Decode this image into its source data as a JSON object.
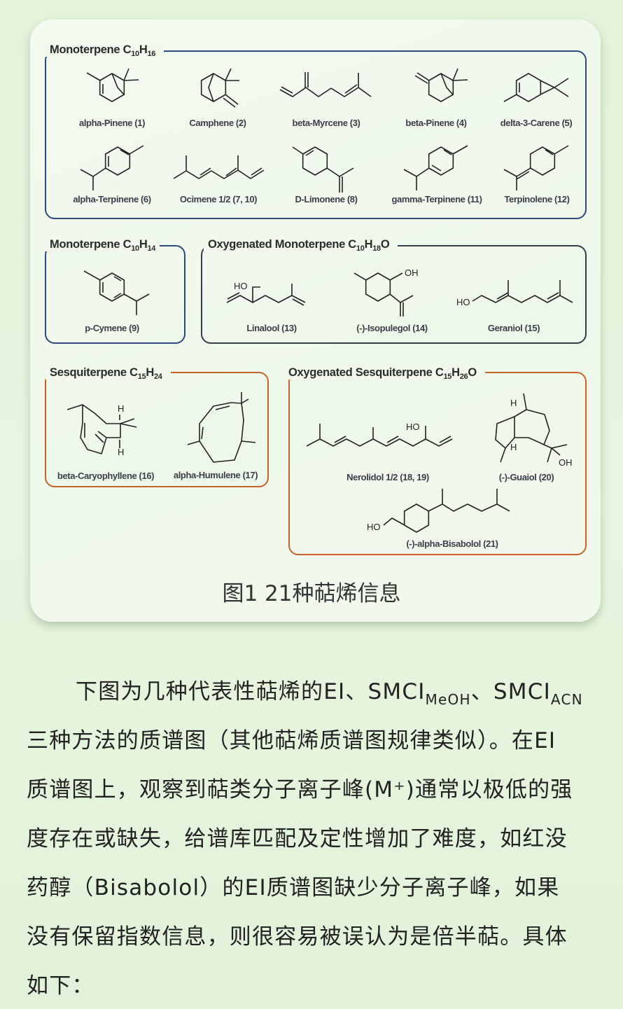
{
  "figure": {
    "boxes": {
      "mono16": {
        "title": "Monoterpene C",
        "c": "10",
        "h": "H",
        "hn": "16",
        "tail": ""
      },
      "mono14": {
        "title": "Monoterpene C",
        "c": "10",
        "h": "H",
        "hn": "14",
        "tail": ""
      },
      "oxymono": {
        "title": "Oxygenated Monoterpene C",
        "c": "10",
        "h": "H",
        "hn": "18",
        "tail": "O"
      },
      "sesqui": {
        "title": "Sesquiterpene C",
        "c": "15",
        "h": "H",
        "hn": "24",
        "tail": ""
      },
      "oxysesqui": {
        "title": "Oxygenated Sesquiterpene C",
        "c": "15",
        "h": "H",
        "hn": "26",
        "tail": "O"
      }
    },
    "compounds": [
      "alpha-Pinene (1)",
      "Camphene (2)",
      "beta-Myrcene (3)",
      "beta-Pinene (4)",
      "delta-3-Carene (5)",
      "alpha-Terpinene (6)",
      "Ocimene 1/2 (7, 10)",
      "D-Limonene (8)",
      "gamma-Terpinene (11)",
      "Terpinolene (12)",
      "p-Cymene (9)",
      "Linalool (13)",
      "(-)-Isopulegol (14)",
      "Geraniol (15)",
      "beta-Caryophyllene (16)",
      "alpha-Humulene (17)",
      "Nerolidol 1/2 (18, 19)",
      "(-)-Guaiol (20)",
      "(-)-alpha-Bisabolol (21)"
    ],
    "atoms": {
      "ho": "HO",
      "oh": "OH",
      "h": "H"
    },
    "caption": "图1 21种萜烯信息"
  },
  "paragraph": {
    "line1": {
      "a": "下图为几种代表性萜烯的EI、SMCI",
      "s1": "MeOH",
      "b": "、SMCI",
      "s2": "ACN"
    },
    "lines": [
      "三种方法的质谱图（其他萜烯质谱图规律类似）。在EI",
      "质谱图上，观察到萜类分子离子峰(M⁺)通常以极低的强",
      "度存在或缺失，给谱库匹配及定性增加了难度，如红没",
      "药醇（Bisabolol）的EI质谱图缺少分子离子峰，如果",
      "没有保留指数信息，则很容易被误认为是倍半萜。具体",
      "如下："
    ]
  }
}
